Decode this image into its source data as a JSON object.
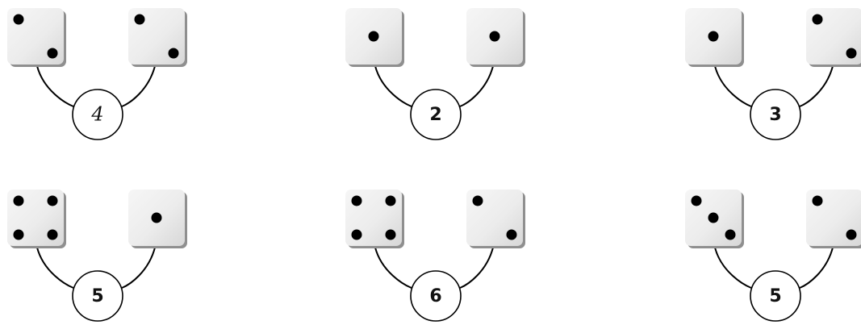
{
  "colors": {
    "die_light": "#f6f6f6",
    "die_dark": "#d7d7d7",
    "die_shadow": "#8f8f8f",
    "pip": "#000000",
    "line": "#000000"
  },
  "groups": [
    {
      "left_die": 2,
      "right_die": 2,
      "sum": "4",
      "sum_style": "handwritten"
    },
    {
      "left_die": 1,
      "right_die": 1,
      "sum": "2",
      "sum_style": "printed"
    },
    {
      "left_die": 1,
      "right_die": 2,
      "sum": "3",
      "sum_style": "printed"
    },
    {
      "left_die": 4,
      "right_die": 1,
      "sum": "5",
      "sum_style": "printed"
    },
    {
      "left_die": 4,
      "right_die": 2,
      "sum": "6",
      "sum_style": "printed"
    },
    {
      "left_die": 3,
      "right_die": 2,
      "sum": "5",
      "sum_style": "printed"
    }
  ]
}
